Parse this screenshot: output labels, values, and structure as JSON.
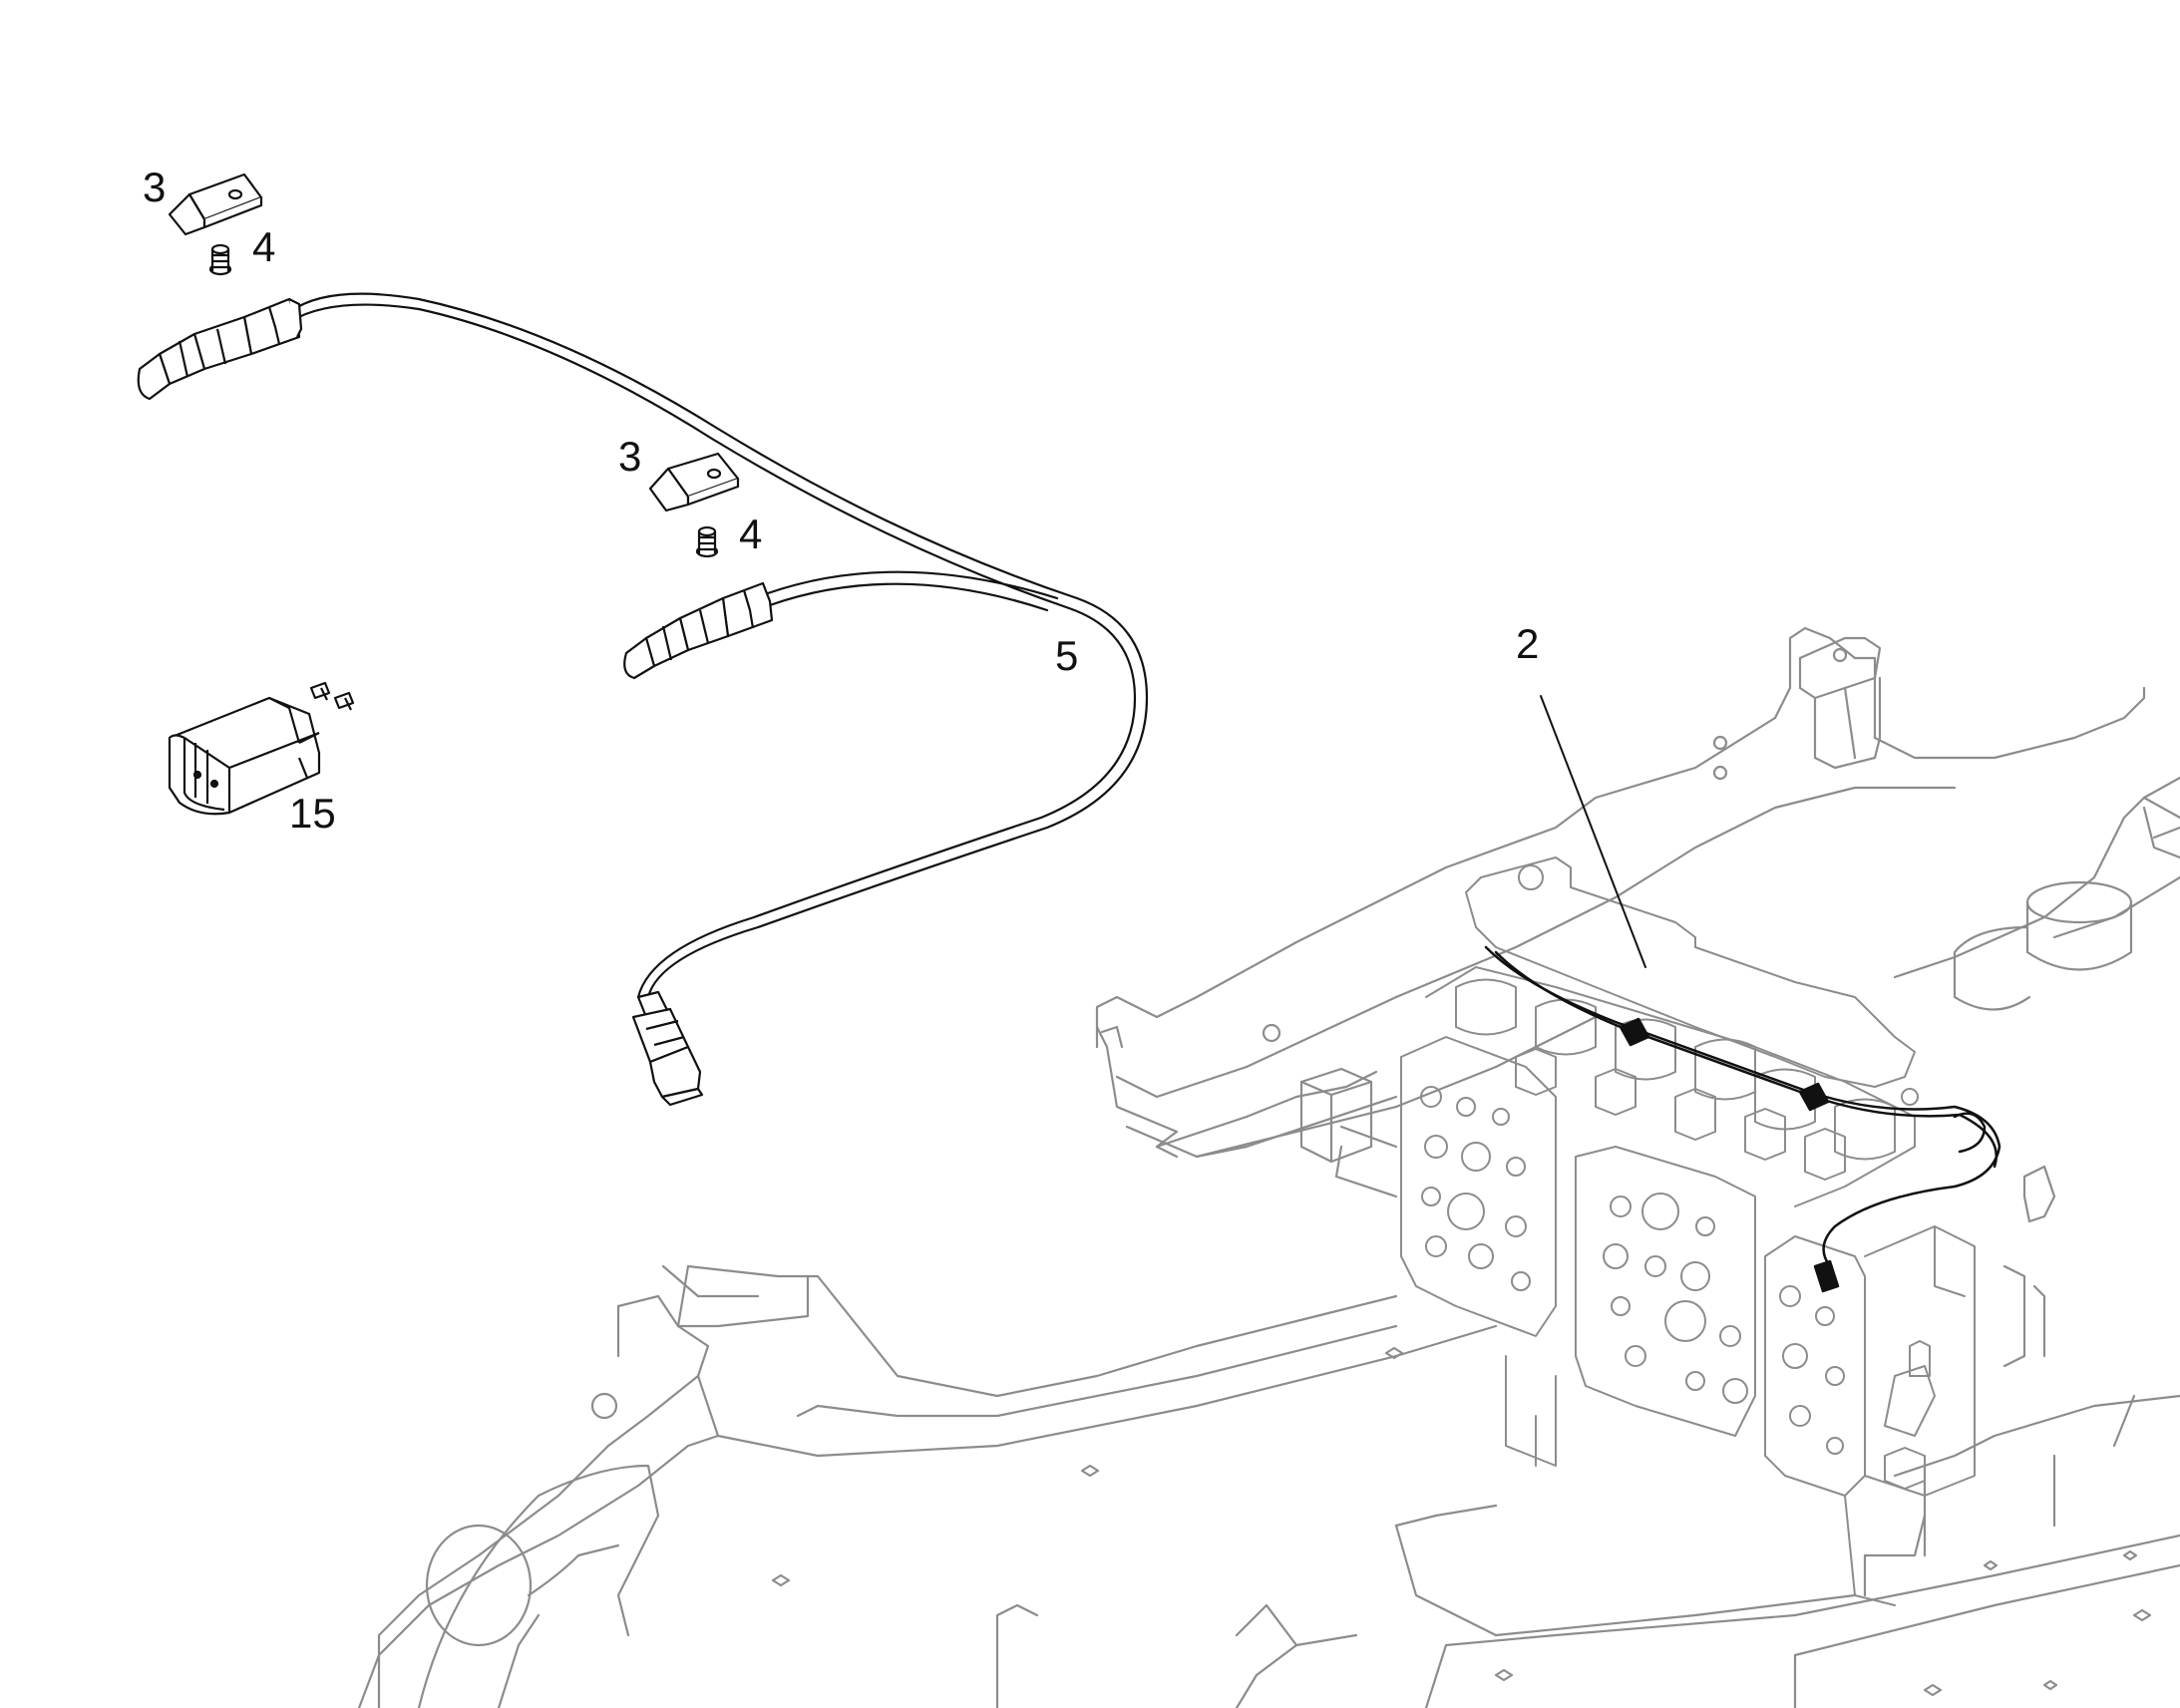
{
  "figure": {
    "callouts": [
      {
        "id": "bracket-clip-upper",
        "label": "3"
      },
      {
        "id": "screw-upper",
        "label": "4"
      },
      {
        "id": "bracket-clip-middle",
        "label": "3"
      },
      {
        "id": "screw-middle",
        "label": "4"
      },
      {
        "id": "wire-harness",
        "label": "5"
      },
      {
        "id": "relay-module",
        "label": "15"
      },
      {
        "id": "control-valve-harness",
        "label": "2"
      }
    ]
  }
}
